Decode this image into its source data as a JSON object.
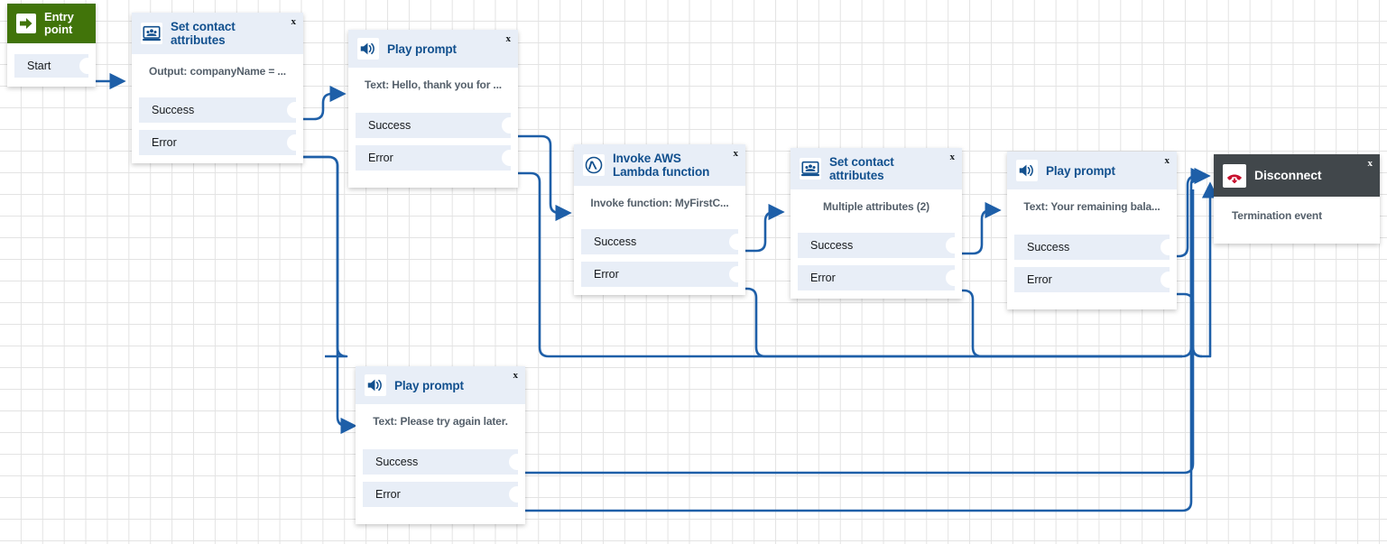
{
  "canvas": {
    "accent_blue": "#1e5fa8",
    "node_header_bg": "#e8eef7",
    "entry_green": "#41740a",
    "disconnect_dark": "#41474b",
    "disconnect_icon_red": "#c8102e",
    "title_blue": "#12508e",
    "grid_line": "#e3e3e3"
  },
  "labels": {
    "close": "x",
    "success": "Success",
    "error": "Error",
    "start": "Start"
  },
  "nodes": [
    {
      "id": "entry-point",
      "title": "Entry\npoint",
      "title_line1": "Entry",
      "title_line2": "point",
      "icon": "arrow-right-icon",
      "ports": [
        "Start"
      ]
    },
    {
      "id": "set-contact-attributes-1",
      "title": "Set contact attributes",
      "title_line1": "Set contact",
      "title_line2": "attributes",
      "icon": "contact-attributes-icon",
      "desc": "Output: companyName = ...",
      "ports": [
        "Success",
        "Error"
      ]
    },
    {
      "id": "play-prompt-1",
      "title": "Play prompt",
      "icon": "speaker-icon",
      "desc": "Text: Hello, thank you for ...",
      "ports": [
        "Success",
        "Error"
      ]
    },
    {
      "id": "invoke-aws-lambda-function",
      "title": "Invoke AWS Lambda function",
      "title_line1": "Invoke AWS",
      "title_line2": "Lambda function",
      "icon": "lambda-icon",
      "desc": "Invoke function: MyFirstC...",
      "ports": [
        "Success",
        "Error"
      ]
    },
    {
      "id": "set-contact-attributes-2",
      "title": "Set contact attributes",
      "title_line1": "Set contact",
      "title_line2": "attributes",
      "icon": "contact-attributes-icon",
      "desc": "Multiple attributes (2)",
      "ports": [
        "Success",
        "Error"
      ]
    },
    {
      "id": "play-prompt-2",
      "title": "Play prompt",
      "icon": "speaker-icon",
      "desc": "Text: Your remaining bala...",
      "ports": [
        "Success",
        "Error"
      ]
    },
    {
      "id": "disconnect",
      "title": "Disconnect",
      "icon": "phone-hangup-icon",
      "desc": "Termination event",
      "ports": []
    },
    {
      "id": "play-prompt-3",
      "title": "Play prompt",
      "icon": "speaker-icon",
      "desc": "Text: Please try again later.",
      "ports": [
        "Success",
        "Error"
      ]
    }
  ]
}
